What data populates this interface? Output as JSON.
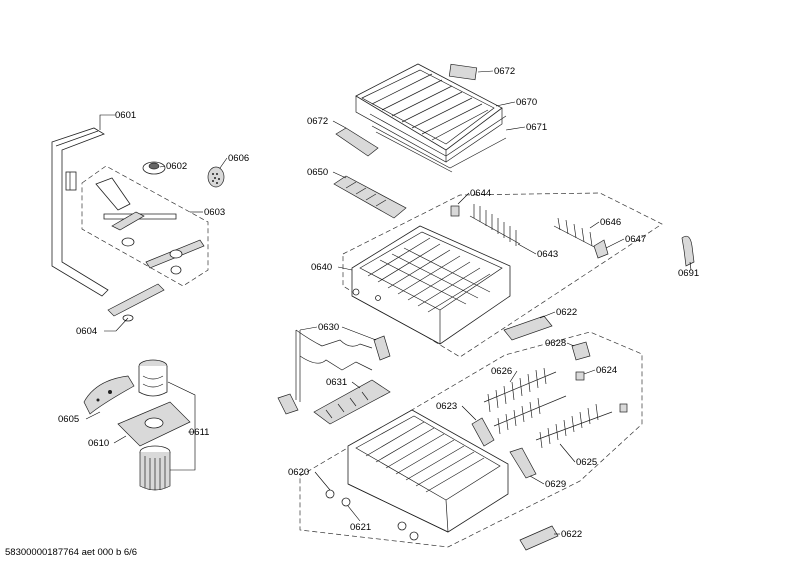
{
  "labels": {
    "p0601": "0601",
    "p0602": "0602",
    "p0603": "0603",
    "p0604": "0604",
    "p0605": "0605",
    "p0606": "0606",
    "p0610": "0610",
    "p0611": "0611",
    "p0620": "0620",
    "p0621": "0621",
    "p0622a": "0622",
    "p0622b": "0622",
    "p0623": "0623",
    "p0624": "0624",
    "p0625": "0625",
    "p0626": "0626",
    "p0628": "0628",
    "p0629": "0629",
    "p0630": "0630",
    "p0631": "0631",
    "p0640": "0640",
    "p0643": "0643",
    "p0644": "0644",
    "p0646": "0646",
    "p0647": "0647",
    "p0650": "0650",
    "p0670": "0670",
    "p0671": "0671",
    "p0672a": "0672",
    "p0672b": "0672",
    "p0691": "0691"
  },
  "footer": "58300000187764 aet 000 b 6/6"
}
